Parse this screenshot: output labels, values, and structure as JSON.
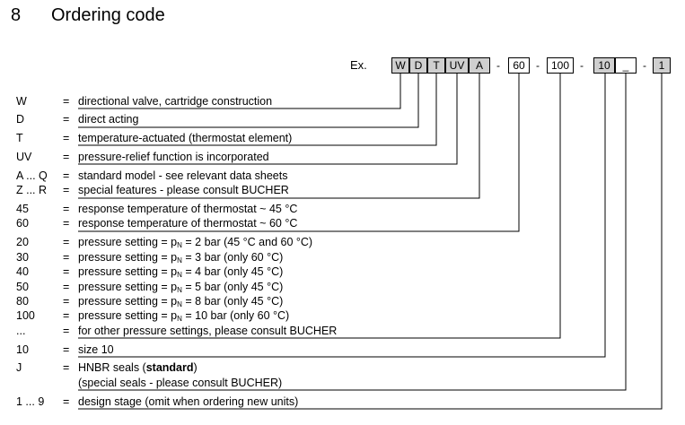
{
  "heading": {
    "number": "8",
    "title": "Ordering code"
  },
  "example": {
    "label": "Ex.",
    "boxes": [
      "W",
      "D",
      "T",
      "UV",
      "A",
      "60",
      "100",
      "10",
      "_",
      "1"
    ],
    "separator": "-"
  },
  "rows": [
    {
      "code": "W",
      "eq": "=",
      "desc": "directional valve, cartridge construction"
    },
    {
      "code": "D",
      "eq": "=",
      "desc": "direct acting"
    },
    {
      "code": "T",
      "eq": "=",
      "desc": "temperature-actuated (thermostat element)"
    },
    {
      "code": "UV",
      "eq": "=",
      "desc": "pressure-relief function is incorporated"
    },
    {
      "code": "A ... Q",
      "eq": "=",
      "desc": "standard model - see relevant data sheets"
    },
    {
      "code": "Z ... R",
      "eq": "=",
      "desc": "special features - please consult BUCHER"
    },
    {
      "code": "45",
      "eq": "=",
      "desc": "response temperature of thermostat ~ 45 °C"
    },
    {
      "code": "60",
      "eq": "=",
      "desc": "response temperature of thermostat ~ 60 °C"
    },
    {
      "code": "20",
      "eq": "=",
      "pre": "pressure setting = p",
      "sub": "N",
      "post": " = 2 bar (45 °C and 60 °C)"
    },
    {
      "code": "30",
      "eq": "=",
      "pre": "pressure setting = p",
      "sub": "N",
      "post": " = 3 bar (only 60 °C)"
    },
    {
      "code": "40",
      "eq": "=",
      "pre": "pressure setting = p",
      "sub": "N",
      "post": " = 4 bar (only 45 °C)"
    },
    {
      "code": "50",
      "eq": "=",
      "pre": "pressure setting = p",
      "sub": "N",
      "post": " = 5 bar (only 45 °C)"
    },
    {
      "code": "80",
      "eq": "=",
      "pre": "pressure setting = p",
      "sub": "N",
      "post": " = 8 bar (only 45 °C)"
    },
    {
      "code": "100",
      "eq": "=",
      "pre": "pressure setting = p",
      "sub": "N",
      "post": " = 10 bar (only 60 °C)"
    },
    {
      "code": "...",
      "eq": "=",
      "desc": "for other pressure settings, please consult BUCHER"
    },
    {
      "code": "10",
      "eq": "=",
      "desc": "size 10"
    },
    {
      "code": "J",
      "eq": "=",
      "pre": "HNBR seals  (",
      "bold": "standard",
      "post": ")"
    },
    {
      "code": "",
      "eq": "",
      "desc": "(special seals - please consult BUCHER)"
    },
    {
      "code": "1 ... 9",
      "eq": "=",
      "desc": "design stage (omit when ordering new units)"
    }
  ]
}
